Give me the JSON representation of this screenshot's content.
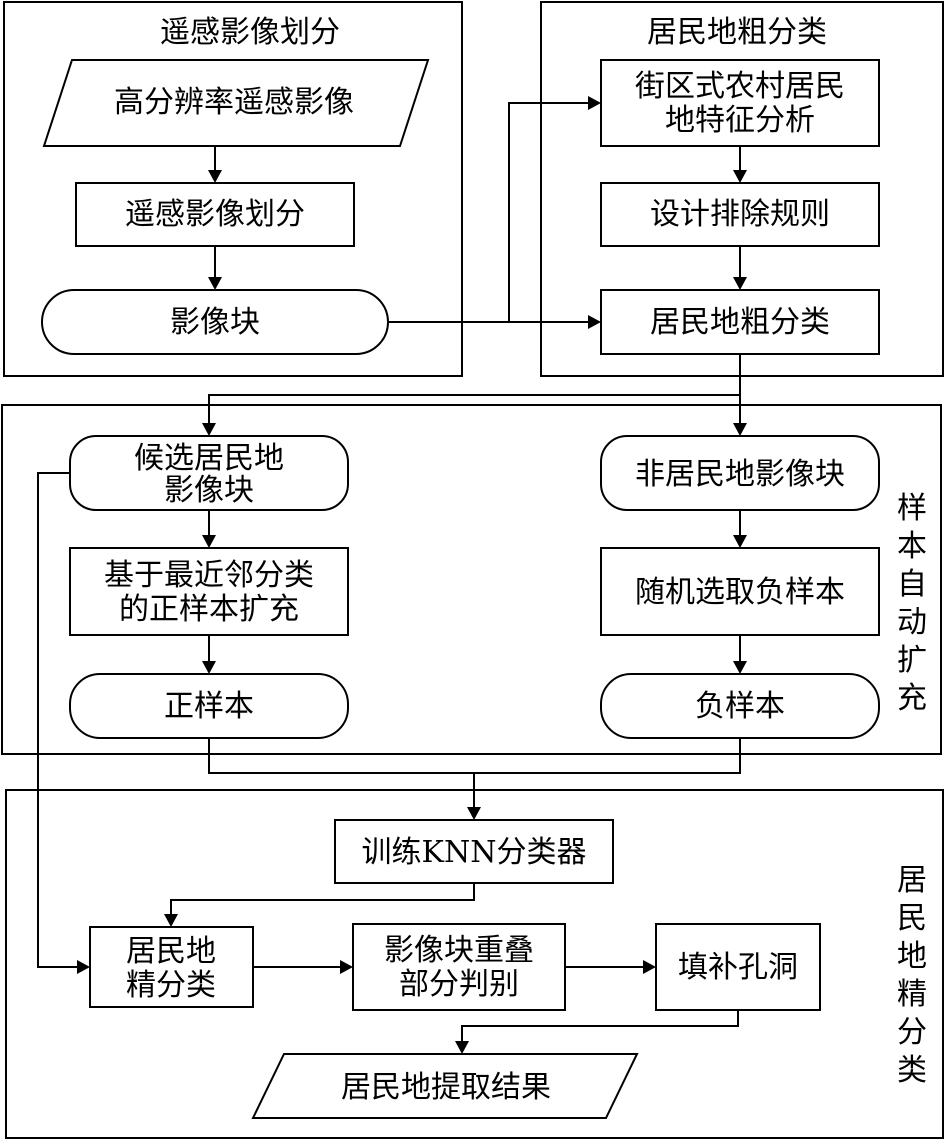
{
  "sections": {
    "segmentation": "遥感影像划分",
    "coarse": "居民地粗分类",
    "sample_expansion": "样本自动扩充",
    "fine": "居民地精分类"
  },
  "nodes": {
    "hr_image": "高分辨率遥感影像",
    "image_division": "遥感影像划分",
    "image_blocks": "影像块",
    "feature_analysis": [
      "街区式农村居民",
      "地特征分析"
    ],
    "design_rules": "设计排除规则",
    "coarse_classification": "居民地粗分类",
    "candidate_blocks": [
      "候选居民地",
      "影像块"
    ],
    "non_residential_blocks": "非居民地影像块",
    "nn_expansion": [
      "基于最近邻分类",
      "的正样本扩充"
    ],
    "random_negative": "随机选取负样本",
    "positive_samples": "正样本",
    "negative_samples": "负样本",
    "train_knn": "训练KNN分类器",
    "fine_classification": [
      "居民地",
      "精分类"
    ],
    "overlap_discrimination": [
      "影像块重叠",
      "部分判别"
    ],
    "fill_holes": "填补孔洞",
    "result": "居民地提取结果"
  }
}
